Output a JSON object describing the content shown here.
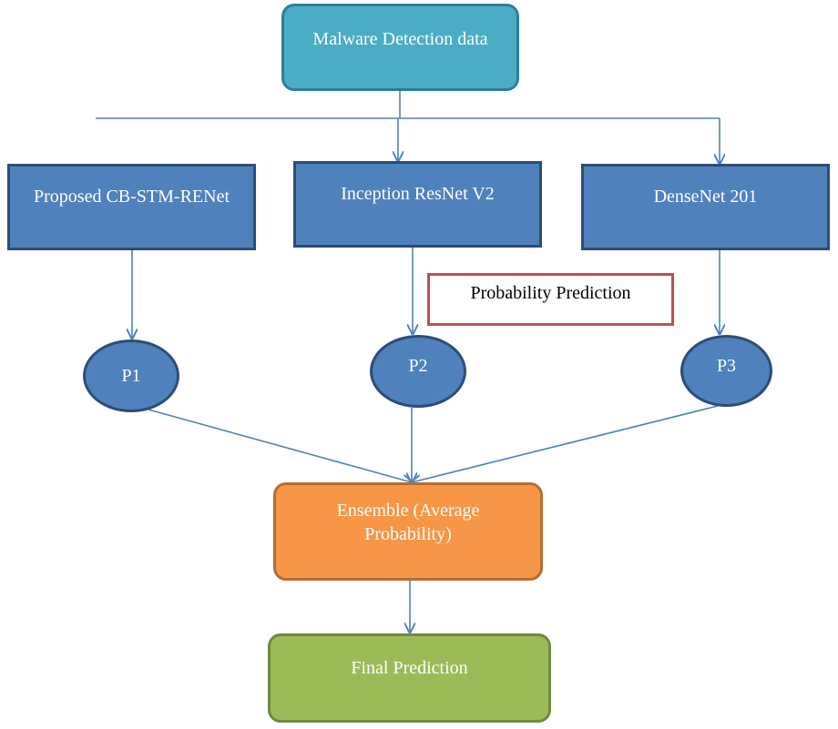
{
  "diagram": {
    "source": {
      "label": "Malware Detection data"
    },
    "models": [
      {
        "label": "Proposed CB-STM-RENet"
      },
      {
        "label": "Inception ResNet V2"
      },
      {
        "label": "DenseNet 201"
      }
    ],
    "legend": {
      "label": "Probability Prediction"
    },
    "probabilities": [
      {
        "label": "P1"
      },
      {
        "label": "P2"
      },
      {
        "label": "P3"
      }
    ],
    "ensemble": {
      "label": "Ensemble (Average Probability)"
    },
    "final": {
      "label": "Final Prediction"
    },
    "colors": {
      "source": "#4bacc6",
      "model": "#4f81bd",
      "probability": "#4f81bd",
      "legend_border": "#c0504d",
      "ensemble": "#f79646",
      "final": "#9bbb59",
      "connector": "#4f81bd"
    }
  }
}
